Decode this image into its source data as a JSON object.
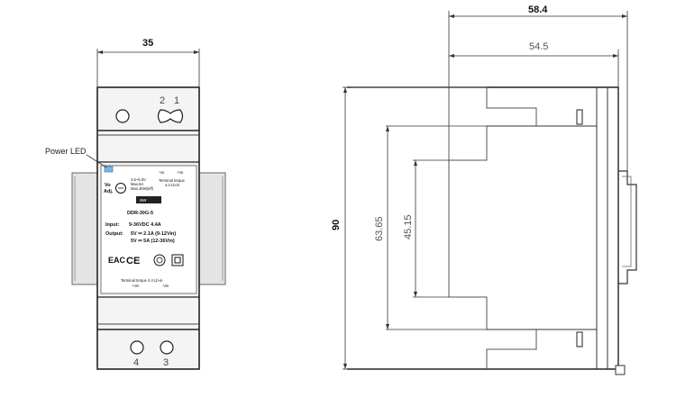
{
  "front_view": {
    "width_dim": "35",
    "power_led_label": "Power LED",
    "terminals_top": [
      "2",
      "1"
    ],
    "terminals_bottom": [
      "4",
      "3"
    ],
    "vo_adj_label": "Vo\nAdj.",
    "spec_small": [
      "4.5~5.5V",
      "Max.5A",
      "Max.30W(eff)"
    ],
    "torque_top": [
      "Terminal torque",
      "4.4 Lb-in"
    ],
    "top_polarity": [
      "-Vo",
      "+Vo"
    ],
    "model": "DDR-30G-5",
    "input_label": "Input:",
    "input_value": "9-36VDC     4.4A",
    "output_label": "Output:",
    "output_line1": "5V ⎓ 2.1A (9-12Vin)",
    "output_line2": "5V ⎓ 5A (12-36Vin)",
    "cert_marks": [
      "EAC",
      "CE",
      "⊕",
      "▣"
    ],
    "torque_bottom": "Terminal torque 4.4 Lb-in",
    "bottom_polarity": [
      "+Vin",
      "-Vin"
    ]
  },
  "side_view": {
    "depth_total": "58.4",
    "depth_body": "54.5",
    "height_total": "90",
    "height_mid": "63.65",
    "height_inner": "45.15"
  }
}
